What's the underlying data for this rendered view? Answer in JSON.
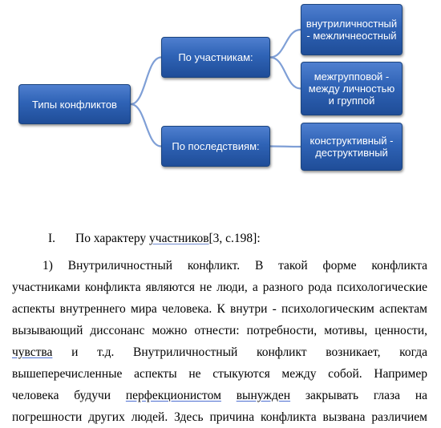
{
  "diagram": {
    "root": "Типы конфликтов",
    "branches": [
      {
        "label": "По участникам:",
        "children": [
          "внутриличностный\n- межличнеостный",
          "межгрупповой -\nмежду личностью\nи группой"
        ]
      },
      {
        "label": "По последствиям:",
        "children": [
          "конструктивный -\nдеструктивный"
        ]
      }
    ],
    "colors": {
      "box": "#2f63b6",
      "connector": "#7f9fd6"
    }
  },
  "heading": {
    "number": "I.",
    "text_before": "По характеру ",
    "link_text": "участников",
    "text_after": "[3, с.198]:"
  },
  "paragraph": {
    "lines": [
      "1)  Внутриличностный  конфликт.  В  такой  форме  конфликта",
      "участниками конфликта являются не люди, а разного рода психологические",
      "аспекты внутреннего мира человека. К внутри - психологическим аспектам",
      "вызывающий диссонанс можно отнести: потребности, мотивы, ценности,",
      "",
      "вышеперечисленные   аспекты не стыкуются между собой. Например",
      ""
    ],
    "line5": {
      "underlined": "чувства",
      "rest": "  и т.д.  Внутриличностный  конфликт  возникает,  когда"
    },
    "line7": {
      "before": "человека будучи ",
      "underlined": "перфекционистом",
      "mid": "  ",
      "underlined2": "вынужден",
      "after": " закрывать глаза на"
    },
    "line8": "погрешности других людей. Здесь причина конфликта вызвана различием"
  }
}
